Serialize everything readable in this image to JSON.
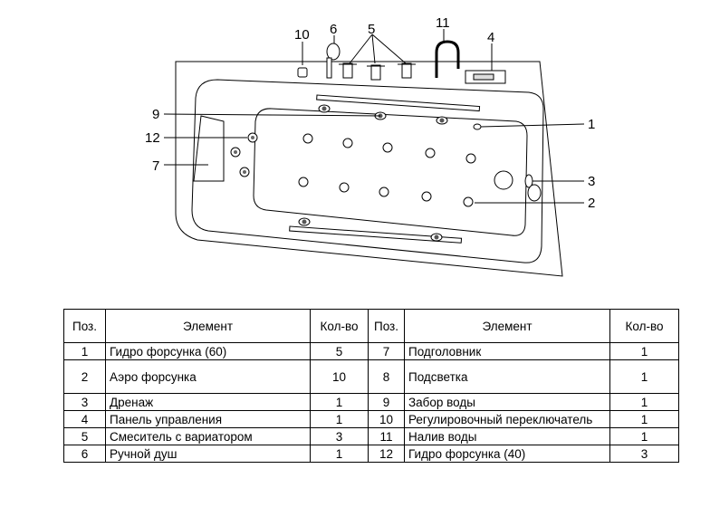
{
  "diagram": {
    "callouts": [
      "10",
      "6",
      "5",
      "11",
      "4",
      "9",
      "12",
      "7",
      "1",
      "3",
      "2"
    ]
  },
  "table": {
    "headers": [
      "Поз.",
      "Элемент",
      "Кол-во",
      "Поз.",
      "Элемент",
      "Кол-во"
    ],
    "rows": [
      {
        "pos1": "1",
        "el1": "Гидро форсунка (60)",
        "qty1": "5",
        "pos2": "7",
        "el2": "Подголовник",
        "qty2": "1"
      },
      {
        "pos1": "2",
        "el1": "Аэро форсунка",
        "qty1": "10",
        "pos2": "8",
        "el2": "Подсветка",
        "qty2": "1"
      },
      {
        "pos1": "3",
        "el1": "Дренаж",
        "qty1": "1",
        "pos2": "9",
        "el2": "Забор воды",
        "qty2": "1"
      },
      {
        "pos1": "4",
        "el1": "Панель управления",
        "qty1": "1",
        "pos2": "10",
        "el2": "Регулировочный переключатель",
        "qty2": "1"
      },
      {
        "pos1": "5",
        "el1": "Смеситель с вариатором",
        "qty1": "3",
        "pos2": "11",
        "el2": "Налив воды",
        "qty2": "1"
      },
      {
        "pos1": "6",
        "el1": "Ручной душ",
        "qty1": "1",
        "pos2": "12",
        "el2": "Гидро форсунка (40)",
        "qty2": "3"
      }
    ]
  }
}
